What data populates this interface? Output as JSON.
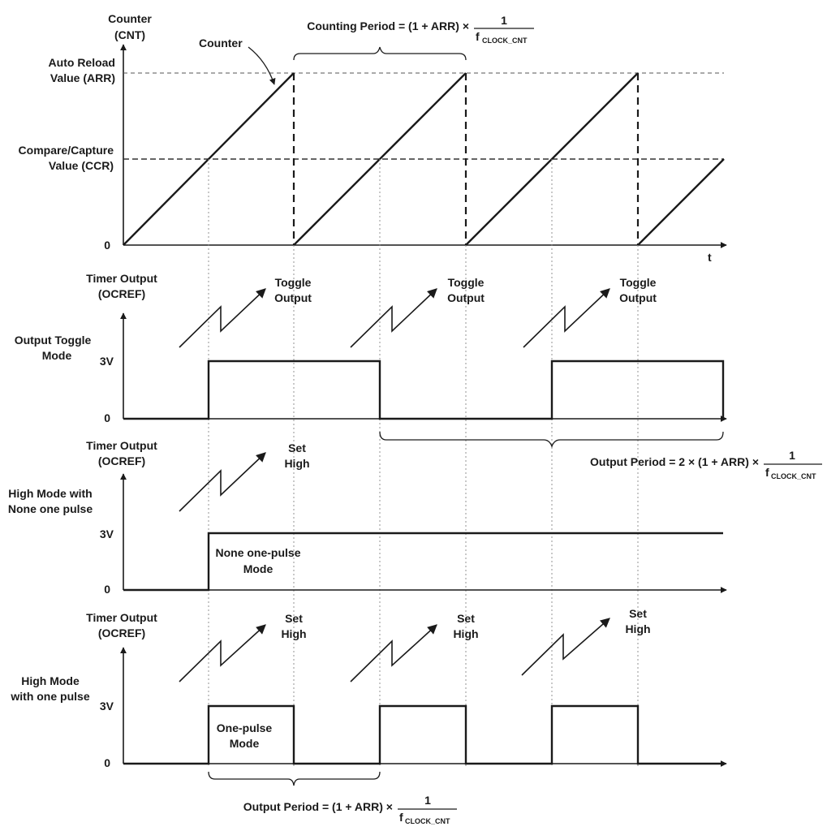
{
  "counter_panel": {
    "y_axis_title": [
      "Counter",
      "(CNT)"
    ],
    "arr_label": [
      "Auto Reload",
      "Value (ARR)"
    ],
    "ccr_label": [
      "Compare/Capture",
      "Value (CCR)"
    ],
    "zero_label": "0",
    "counter_callout": "Counter",
    "t_label": "t",
    "counting_period": {
      "prefix": "Counting Period = (1 + ARR) ×",
      "numerator": "1",
      "f": "f",
      "sub": "CLOCK_CNT"
    }
  },
  "toggle_panel": {
    "y_axis_title": [
      "Timer Output",
      "(OCREF)"
    ],
    "mode_label": [
      "Output Toggle",
      "Mode"
    ],
    "level_high": "3V",
    "level_zero": "0",
    "events": [
      [
        "Toggle",
        "Output"
      ],
      [
        "Toggle",
        "Output"
      ],
      [
        "Toggle",
        "Output"
      ]
    ],
    "output_period": {
      "prefix": "Output Period = 2 × (1 + ARR) ×",
      "numerator": "1",
      "f": "f",
      "sub": "CLOCK_CNT"
    }
  },
  "none_one_pulse_panel": {
    "y_axis_title": [
      "Timer Output",
      "(OCREF)"
    ],
    "mode_label": [
      "High Mode with",
      "None one pulse"
    ],
    "level_high": "3V",
    "level_zero": "0",
    "events": [
      [
        "Set",
        "High"
      ]
    ],
    "inner_label": [
      "None one-pulse",
      "Mode"
    ]
  },
  "one_pulse_panel": {
    "y_axis_title": [
      "Timer Output",
      "(OCREF)"
    ],
    "mode_label": [
      "High Mode",
      "with one pulse"
    ],
    "level_high": "3V",
    "level_zero": "0",
    "events": [
      [
        "Set",
        "High"
      ],
      [
        "Set",
        "High"
      ],
      [
        "Set",
        "High"
      ]
    ],
    "inner_label": [
      "One-pulse",
      "Mode"
    ],
    "output_period": {
      "prefix": "Output  Period = (1 + ARR) ×",
      "numerator": "1",
      "f": "f",
      "sub": "CLOCK_CNT"
    }
  }
}
